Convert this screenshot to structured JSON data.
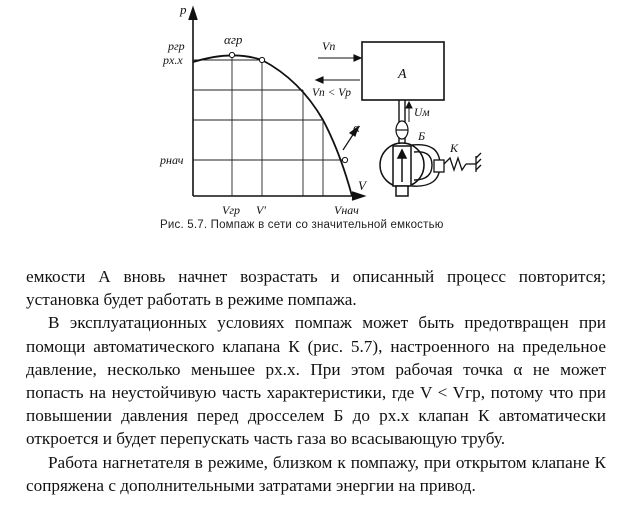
{
  "figure": {
    "labels": {
      "p": "p",
      "p_gr": "pгр",
      "p_xx": "pх.х",
      "p_nach": "pнач",
      "alpha_gr": "αгр",
      "alpha": "α",
      "V": "V",
      "V_gr": "Vгр",
      "V_prime": "V′",
      "V_nach": "Vнач",
      "V_p": "Vп",
      "V_p_lt_V_r": "Vп < Vр",
      "A": "А",
      "U_m": "Uм",
      "B": "Б",
      "K": "К"
    },
    "caption": "Рис. 5.7. Помпаж в сети со значительной емкостью"
  },
  "body": {
    "para1": "емкости А вновь начнет возрастать и описанный процесс повторится; установка будет работать в режиме помпажа.",
    "para2": "В эксплуатационных условиях помпаж может быть предотвращен при помощи автоматического клапана К (рис. 5.7), настроенного на предельное давление, несколько меньшее pх.х. При этом рабочая точка α не может попасть на неустойчивую часть характеристики, где V < Vгр, потому что при повышении давления перед дросселем Б до pх.х клапан К автоматически откроется и будет перепускать часть газа во всасывающую трубу.",
    "para3": "Работа нагнетателя в режиме, близком к помпажу, при открытом клапане К сопряжена с дополнительными затратами энергии на привод."
  }
}
